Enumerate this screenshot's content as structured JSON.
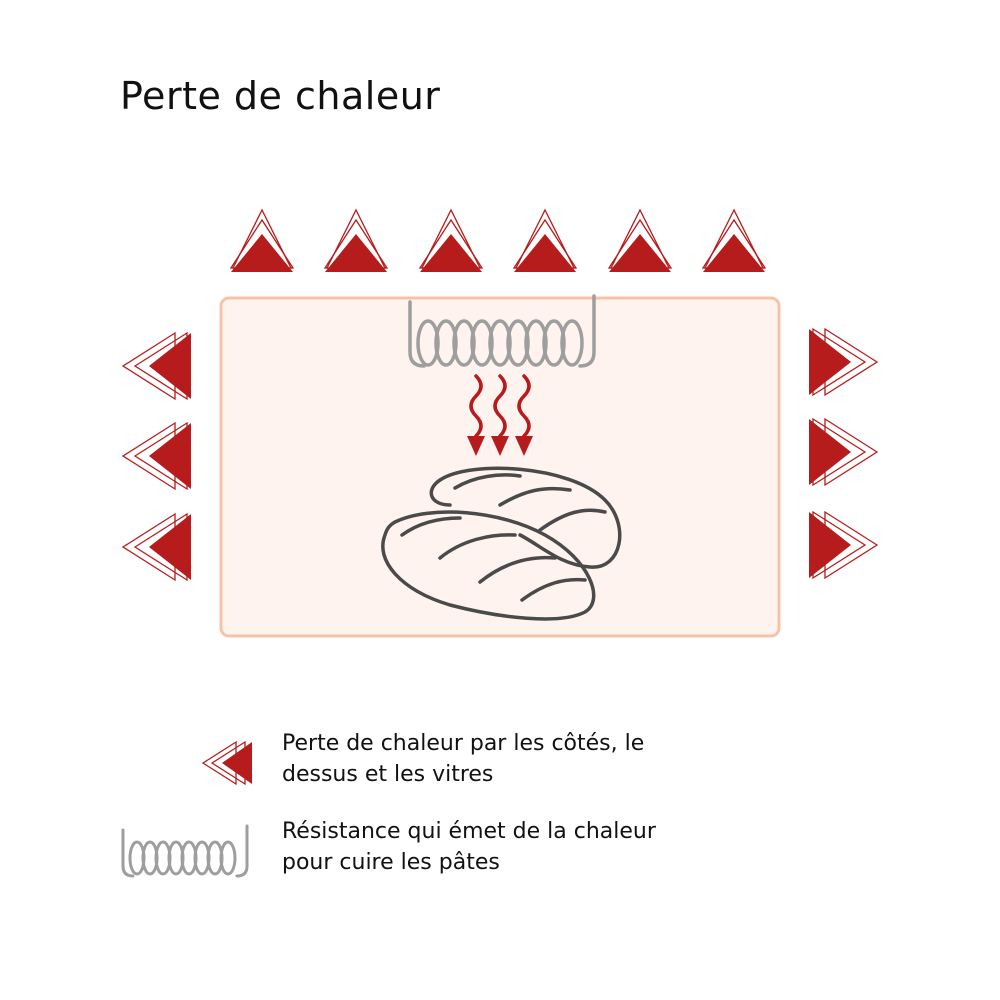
{
  "diagram": {
    "title": "Perte de chaleur",
    "legend": [
      {
        "icon": "heat-loss-arrow-icon",
        "text": "Perte de chaleur par les côtés, le dessus et les vitres"
      },
      {
        "icon": "heating-coil-icon",
        "text": "Résistance qui émet de la chaleur pour cuire les pâtes"
      }
    ],
    "colors": {
      "heat_arrow": "#b71c1c",
      "oven_fill": "#fff3ef",
      "oven_border": "#f4c3a8",
      "coil": "#9e9e9e",
      "bread_outline": "#4a4a4a"
    }
  }
}
